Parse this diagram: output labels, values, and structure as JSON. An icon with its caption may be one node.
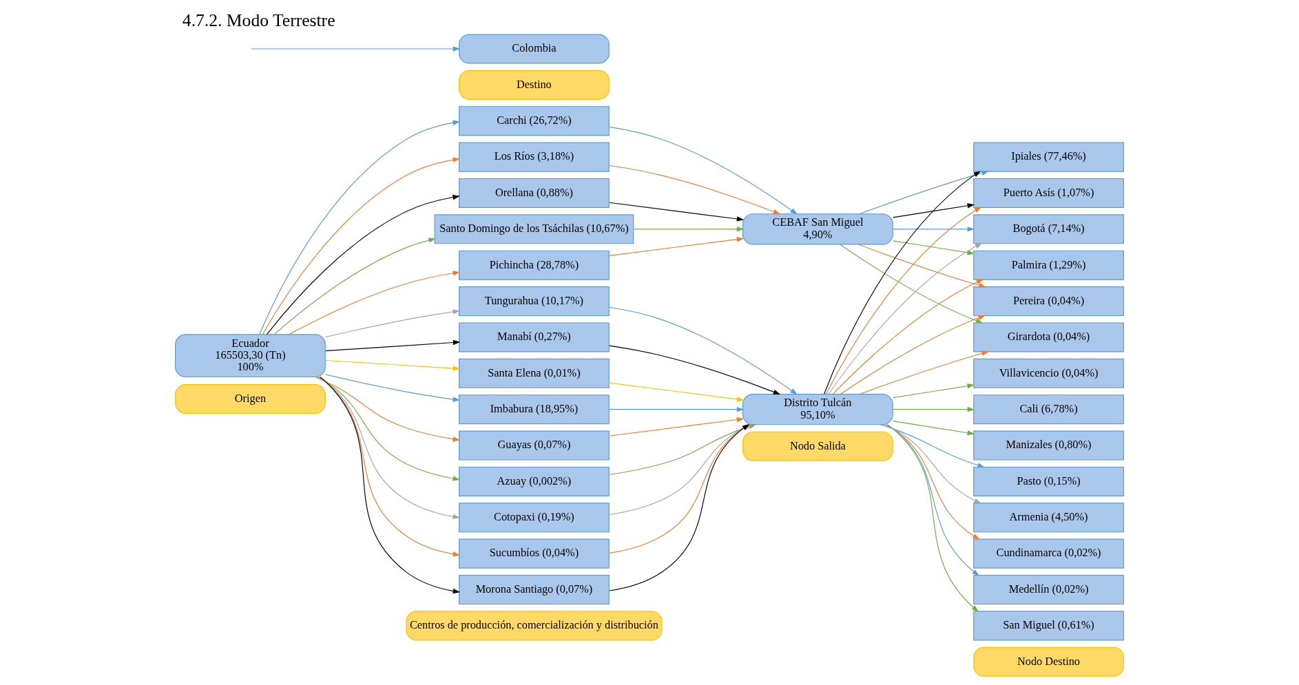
{
  "diagram": {
    "title": "4.7.2. Modo Terrestre",
    "nodes": [
      {
        "text": [
          "Ecuador",
          "165503,30 (Tn)",
          "100%"
        ]
      },
      {
        "text": [
          "Carchi (26,72%)"
        ]
      },
      {
        "text": [
          "Los Ríos (3,18%)"
        ]
      },
      {
        "text": [
          "Orellana (0,88%)"
        ]
      },
      {
        "text": [
          "Santo Domingo de los Tsáchilas (10,67%)"
        ]
      },
      {
        "text": [
          "Pichincha (28,78%)"
        ]
      },
      {
        "text": [
          "Tungurahua (10,17%)"
        ]
      },
      {
        "text": [
          "Manabí (0,27%)"
        ]
      },
      {
        "text": [
          "Santa Elena (0,01%)"
        ]
      },
      {
        "text": [
          "Imbabura (18,95%)"
        ]
      },
      {
        "text": [
          "Guayas (0,07%)"
        ]
      },
      {
        "text": [
          "Azuay (0,002%)"
        ]
      },
      {
        "text": [
          "Cotopaxi (0,19%)"
        ]
      },
      {
        "text": [
          "Sucumbíos (0,04%)"
        ]
      },
      {
        "text": [
          "Morona Santiago (0,07%)"
        ]
      },
      {
        "text": [
          "CEBAF San Miguel",
          "4,90%"
        ]
      },
      {
        "text": [
          "Distrito Tulcán",
          "95,10%"
        ]
      },
      {
        "text": [
          "Ipiales (77,46%)"
        ]
      },
      {
        "text": [
          "Puerto Asís (1,07%)"
        ]
      },
      {
        "text": [
          "Bogotá (7,14%)"
        ]
      },
      {
        "text": [
          "Palmira (1,29%)"
        ]
      },
      {
        "text": [
          "Pereira (0,04%)"
        ]
      },
      {
        "text": [
          "Girardota (0,04%)"
        ]
      },
      {
        "text": [
          "Villavicencio (0,04%)"
        ]
      },
      {
        "text": [
          "Cali (6,78%)"
        ]
      },
      {
        "text": [
          "Manizales (0,80%)"
        ]
      },
      {
        "text": [
          "Pasto (0,15%)"
        ]
      },
      {
        "text": [
          "Armenia (4,50%)"
        ]
      },
      {
        "text": [
          "Cundinamarca (0,02%)"
        ]
      },
      {
        "text": [
          "Medellín (0,02%)"
        ]
      },
      {
        "text": [
          "San Miguel (0,61%)"
        ]
      },
      {
        "text": [
          "Colombia"
        ]
      },
      {
        "text": [
          "Origen"
        ]
      },
      {
        "text": [
          "Centros de producción, comercialización y distribución"
        ]
      },
      {
        "text": [
          "Nodo Salida"
        ]
      },
      {
        "text": [
          "Nodo Destino"
        ]
      },
      {
        "text": [
          "Destino"
        ]
      }
    ],
    "edges": [
      {
        "from": 0,
        "to": 1,
        "arrow": "to",
        "color": "#5b9bd5"
      },
      {
        "from": 0,
        "to": 2,
        "arrow": "to",
        "color": "#ed7d31"
      },
      {
        "from": 0,
        "to": 3,
        "arrow": "to",
        "color": "#000000"
      },
      {
        "from": 0,
        "to": 4,
        "arrow": "to",
        "color": "#70ad47"
      },
      {
        "from": 0,
        "to": 5,
        "arrow": "to",
        "color": "#ed7d31"
      },
      {
        "from": 0,
        "to": 6,
        "arrow": "to",
        "color": "#a5a5a5"
      },
      {
        "from": 0,
        "to": 7,
        "arrow": "to",
        "color": "#000000"
      },
      {
        "from": 0,
        "to": 8,
        "arrow": "to",
        "color": "#ffc000"
      },
      {
        "from": 0,
        "to": 9,
        "arrow": "to",
        "color": "#5b9bd5"
      },
      {
        "from": 0,
        "to": 10,
        "arrow": "to",
        "color": "#ed7d31"
      },
      {
        "from": 0,
        "to": 11,
        "arrow": "to",
        "color": "#70ad47"
      },
      {
        "from": 0,
        "to": 12,
        "arrow": "to",
        "color": "#a5a5a5"
      },
      {
        "from": 0,
        "to": 13,
        "arrow": "to",
        "color": "#ed7d31"
      },
      {
        "from": 0,
        "to": 14,
        "arrow": "to",
        "color": "#000000"
      },
      {
        "from": 1,
        "to": 15,
        "arrow": "to",
        "color": "#5b9bd5"
      },
      {
        "from": 2,
        "to": 15,
        "arrow": "to",
        "color": "#ed7d31"
      },
      {
        "from": 3,
        "to": 15,
        "arrow": "to",
        "color": "#000000"
      },
      {
        "from": 4,
        "to": 15,
        "arrow": "to",
        "color": "#70ad47"
      },
      {
        "from": 5,
        "to": 15,
        "arrow": "to",
        "color": "#ed7d31"
      },
      {
        "from": 6,
        "to": 16,
        "arrow": "to",
        "color": "#5b9bd5"
      },
      {
        "from": 7,
        "to": 16,
        "arrow": "to",
        "color": "#000000"
      },
      {
        "from": 8,
        "to": 16,
        "arrow": "to",
        "color": "#ffc000"
      },
      {
        "from": 9,
        "to": 16,
        "arrow": "to",
        "color": "#5b9bd5"
      },
      {
        "from": 10,
        "to": 16,
        "arrow": "to",
        "color": "#ed7d31"
      },
      {
        "from": 11,
        "to": 16,
        "arrow": "to",
        "color": "#70ad47"
      },
      {
        "from": 12,
        "to": 16,
        "arrow": "to",
        "color": "#a5a5a5"
      },
      {
        "from": 13,
        "to": 16,
        "arrow": "to",
        "color": "#ed7d31"
      },
      {
        "from": 14,
        "to": 16,
        "arrow": "to",
        "color": "#000000"
      },
      {
        "from": 15,
        "to": 17,
        "arrow": "to",
        "color": "#5b9bd5"
      },
      {
        "from": 15,
        "to": 18,
        "arrow": "to",
        "color": "#000000"
      },
      {
        "from": 15,
        "to": 19,
        "arrow": "to",
        "color": "#5b9bd5"
      },
      {
        "from": 15,
        "to": 20,
        "arrow": "to",
        "color": "#70ad47"
      },
      {
        "from": 15,
        "to": 21,
        "arrow": "to",
        "color": "#ed7d31"
      },
      {
        "from": 15,
        "to": 22,
        "arrow": "to",
        "color": "#70ad47"
      },
      {
        "from": 16,
        "to": 17,
        "arrow": "to",
        "color": "#000000"
      },
      {
        "from": 16,
        "to": 18,
        "arrow": "to",
        "color": "#ed7d31"
      },
      {
        "from": 16,
        "to": 19,
        "arrow": "to",
        "color": "#a5a5a5"
      },
      {
        "from": 16,
        "to": 20,
        "arrow": "to",
        "color": "#ed7d31"
      },
      {
        "from": 16,
        "to": 21,
        "arrow": "to",
        "color": "#ed7d31"
      },
      {
        "from": 16,
        "to": 22,
        "arrow": "to",
        "color": "#ed7d31"
      },
      {
        "from": 16,
        "to": 23,
        "arrow": "to",
        "color": "#70ad47"
      },
      {
        "from": 16,
        "to": 24,
        "arrow": "to",
        "color": "#70ad47"
      },
      {
        "from": 16,
        "to": 25,
        "arrow": "to",
        "color": "#70ad47"
      },
      {
        "from": 16,
        "to": 26,
        "arrow": "to",
        "color": "#5b9bd5"
      },
      {
        "from": 16,
        "to": 27,
        "arrow": "to",
        "color": "#a5a5a5"
      },
      {
        "from": 16,
        "to": 28,
        "arrow": "to",
        "color": "#ed7d31"
      },
      {
        "from": 16,
        "to": 29,
        "arrow": "to",
        "color": "#5b9bd5"
      },
      {
        "from": 16,
        "to": 30,
        "arrow": "to",
        "color": "#70ad47"
      },
      {
        "from": null,
        "to": 31,
        "arrow": "to",
        "color": "#5b9bd5"
      }
    ]
  }
}
